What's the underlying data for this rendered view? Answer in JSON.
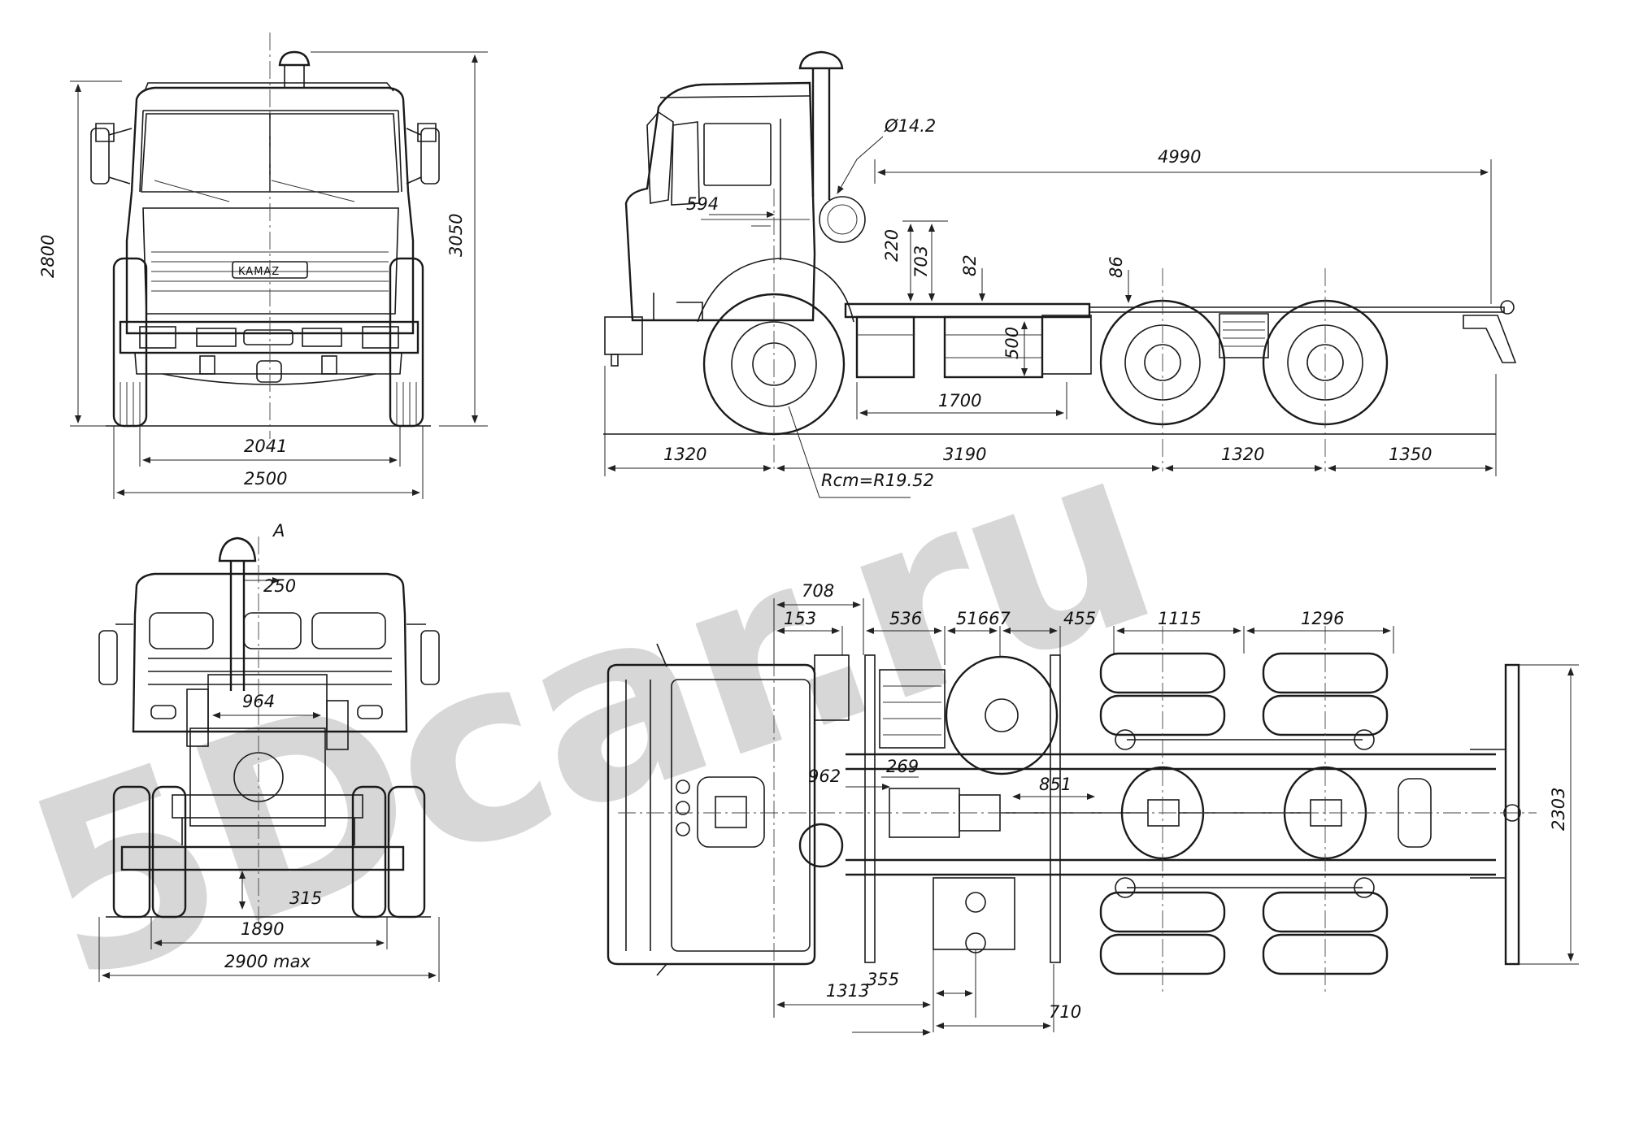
{
  "watermark": "5Dcar.ru",
  "view_label": "A",
  "cab_logo": "KAMAZ",
  "front_view": {
    "dims": {
      "overall_height": "2800",
      "cab_height": "3050",
      "track": "2041",
      "overall_width": "2500"
    }
  },
  "side_view": {
    "dims": {
      "exhaust_diameter": "Ø14.2",
      "frame_length": "4990",
      "cab_offset": "594",
      "dim_220": "220",
      "dim_703": "703",
      "dim_82": "82",
      "dim_86": "86",
      "dim_500": "500",
      "dim_1700": "1700",
      "front_overhang": "1320",
      "wheelbase": "3190",
      "bogie_base": "1320",
      "rear_overhang": "1350",
      "turning_radius": "Rcm=R19.52"
    }
  },
  "rear_view": {
    "dims": {
      "dim_250": "250",
      "dim_964": "964",
      "dim_315": "315",
      "rear_track": "1890",
      "max_width": "2900 max"
    }
  },
  "plan_view": {
    "dims": {
      "dim_708": "708",
      "dim_153": "153",
      "dim_536": "536",
      "dim_51_67": "51667",
      "dim_455": "455",
      "dim_1115": "1115",
      "dim_1296": "1296",
      "dim_962": "962",
      "dim_269": "269",
      "dim_851": "851",
      "dim_2303": "2303",
      "dim_1313": "1313",
      "dim_355": "355",
      "dim_710": "710"
    }
  }
}
